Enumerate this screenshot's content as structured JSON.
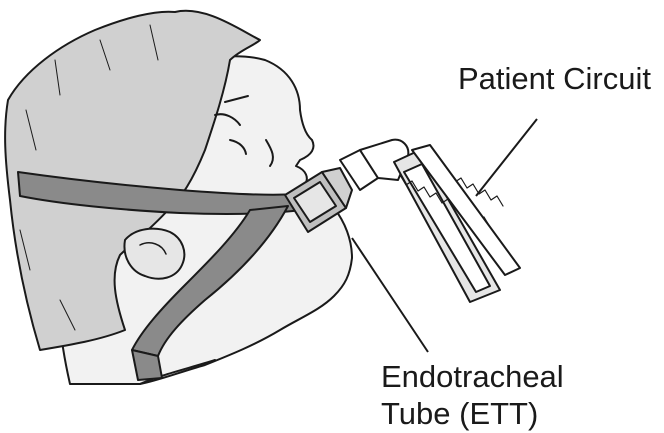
{
  "labels": {
    "patient_circuit": "Patient Circuit",
    "ett_line1": "Endotracheal",
    "ett_line2": "Tube (ETT)"
  },
  "colors": {
    "outline": "#1a1a1a",
    "strap": "#8a8a8a",
    "cap": "#d0d0d0",
    "skin": "#f2f2f2",
    "shade": "#bfbfbf"
  },
  "icons": [
    "patient-head-illustration",
    "head-strap",
    "ett-connector",
    "patient-circuit-tubing"
  ]
}
